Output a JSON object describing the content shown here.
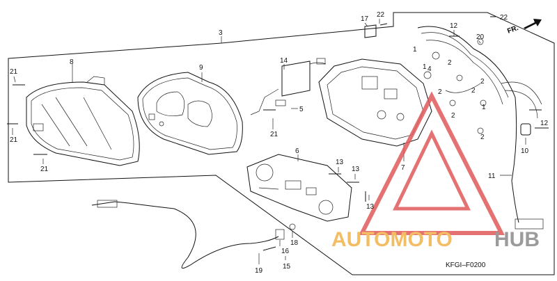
{
  "diagram": {
    "code": "KFGI–F0200",
    "direction_label": "FR.",
    "direction_icon": "front-arrow-icon",
    "callouts": [
      "1",
      "2",
      "3",
      "4",
      "5",
      "6",
      "7",
      "8",
      "9",
      "10",
      "11",
      "12",
      "13",
      "14",
      "15",
      "16",
      "17",
      "18",
      "19",
      "20",
      "21",
      "22"
    ]
  },
  "watermark": {
    "text_part1": "AUTOMOTO",
    "text_part2": "HUB",
    "color_red": "#e05a5a",
    "color_orange": "#f2b24a",
    "color_gray": "#8a8a8a"
  }
}
